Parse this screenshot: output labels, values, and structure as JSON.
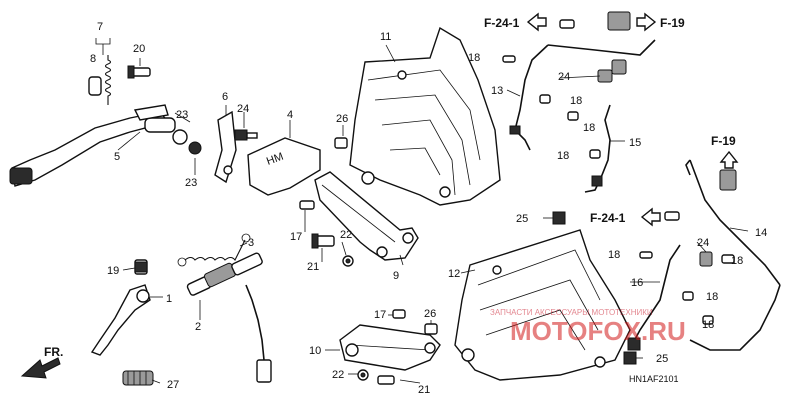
{
  "diagram": {
    "code": "HN1AF2101",
    "front_label": "FR.",
    "references": [
      "F-24-1",
      "F-19",
      "F-19",
      "F-24-1"
    ],
    "part_numbers": {
      "p1": "1",
      "p2": "2",
      "p3": "3",
      "p4": "4",
      "p5": "5",
      "p6": "6",
      "p7": "7",
      "p8": "8",
      "p9": "9",
      "p10": "10",
      "p11": "11",
      "p12": "12",
      "p13": "13",
      "p14": "14",
      "p15": "15",
      "p16": "16",
      "p17a": "17",
      "p17b": "17",
      "p18a": "18",
      "p18b": "18",
      "p18c": "18",
      "p18d": "18",
      "p18e": "18",
      "p18f": "18",
      "p18g": "18",
      "p18h": "18",
      "p19": "19",
      "p20": "20",
      "p21a": "21",
      "p21b": "21",
      "p22a": "22",
      "p22b": "22",
      "p23a": "23",
      "p23b": "23",
      "p24a": "24",
      "p24b": "24",
      "p24c": "24",
      "p25a": "25",
      "p25b": "25",
      "p26a": "26",
      "p26b": "26",
      "p27": "27"
    }
  },
  "watermark": {
    "logo": "MOTOFOX.RU",
    "tagline": "ЗАПЧАСТИ АКСЕССУАРЫ МОТОТЕХНИКИ"
  },
  "stamp_text": "HM"
}
